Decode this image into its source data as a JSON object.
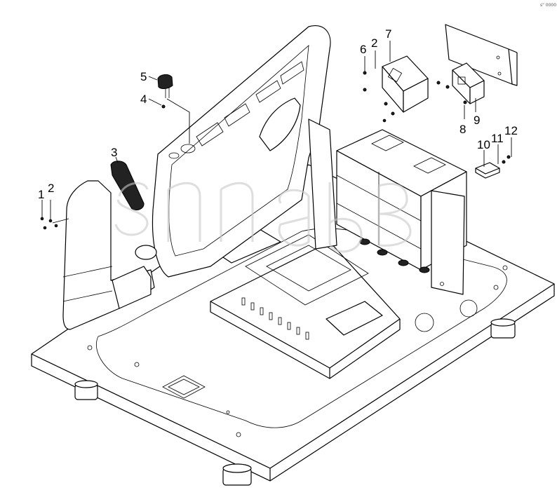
{
  "corner_mark": "s\" 0000",
  "callouts": [
    {
      "id": "1",
      "label": "1"
    },
    {
      "id": "2a",
      "label": "2"
    },
    {
      "id": "3",
      "label": "3"
    },
    {
      "id": "4",
      "label": "4"
    },
    {
      "id": "5",
      "label": "5"
    },
    {
      "id": "6",
      "label": "6"
    },
    {
      "id": "2b",
      "label": "2"
    },
    {
      "id": "7",
      "label": "7"
    },
    {
      "id": "8",
      "label": "8"
    },
    {
      "id": "9",
      "label": "9"
    },
    {
      "id": "10",
      "label": "10"
    },
    {
      "id": "11",
      "label": "11"
    },
    {
      "id": "12",
      "label": "12"
    }
  ]
}
